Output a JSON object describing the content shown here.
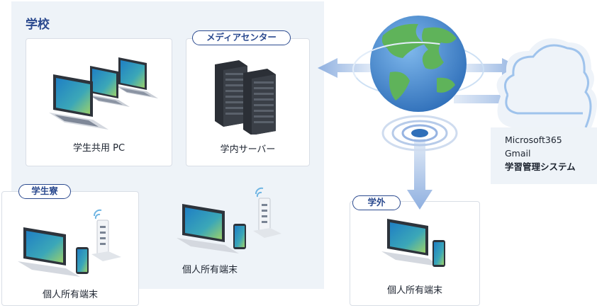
{
  "regions": {
    "school": "学校",
    "media_center": "メディアセンター",
    "dorm": "学生寮",
    "outside": "学外"
  },
  "captions": {
    "shared_pc": "学生共用 PC",
    "campus_server": "学内サーバー",
    "dorm_device": "個人所有端末",
    "school_device": "個人所有端末",
    "outside_device": "個人所有端末"
  },
  "cloud_services": {
    "line1": "Microsoft365",
    "line2": "Gmail",
    "line3": "学習管理システム"
  },
  "colors": {
    "school_bg": "#eef3f8",
    "label_blue": "#2b4a8f",
    "arrow_blue": "#9cb8e3",
    "globe_ocean": "#4b8fd6",
    "globe_land": "#5fb35a"
  },
  "icons": [
    "laptop-icon",
    "server-rack-icon",
    "wifi-router-icon",
    "smartphone-icon",
    "globe-icon",
    "cloud-icon",
    "signal-waves-icon"
  ]
}
